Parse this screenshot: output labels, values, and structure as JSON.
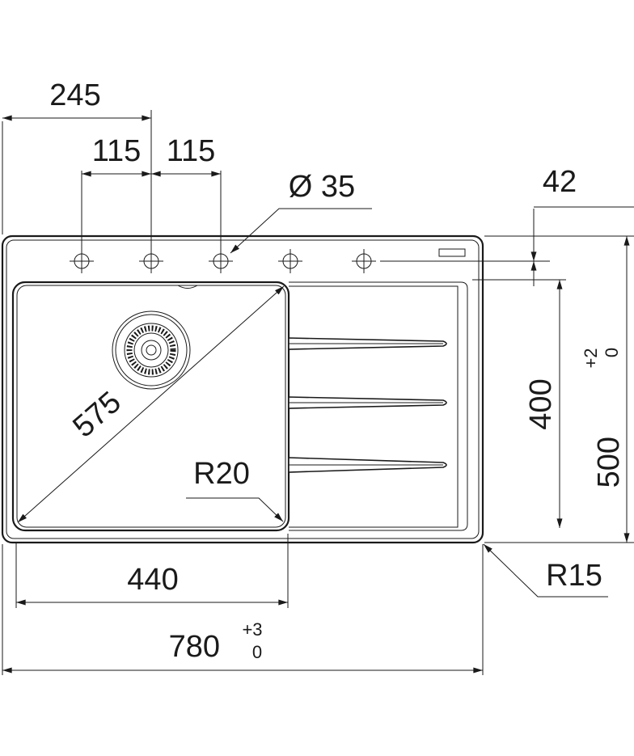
{
  "dimensions": {
    "tap_offset": "245",
    "hole_spacing_left": "115",
    "hole_spacing_right": "115",
    "hole_diameter": "Ø 35",
    "hole_edge_distance": "42",
    "bowl_diagonal": "575",
    "bowl_radius": "R20",
    "bowl_width": "440",
    "overall_width": "780",
    "overall_width_tol_upper": "+3",
    "overall_width_tol_lower": "0",
    "bowl_depth": "400",
    "overall_depth": "500",
    "overall_depth_tol_upper": "+2",
    "overall_depth_tol_lower": "0",
    "corner_radius": "R15"
  },
  "colors": {
    "line": "#1a1a1a",
    "background": "#ffffff"
  }
}
